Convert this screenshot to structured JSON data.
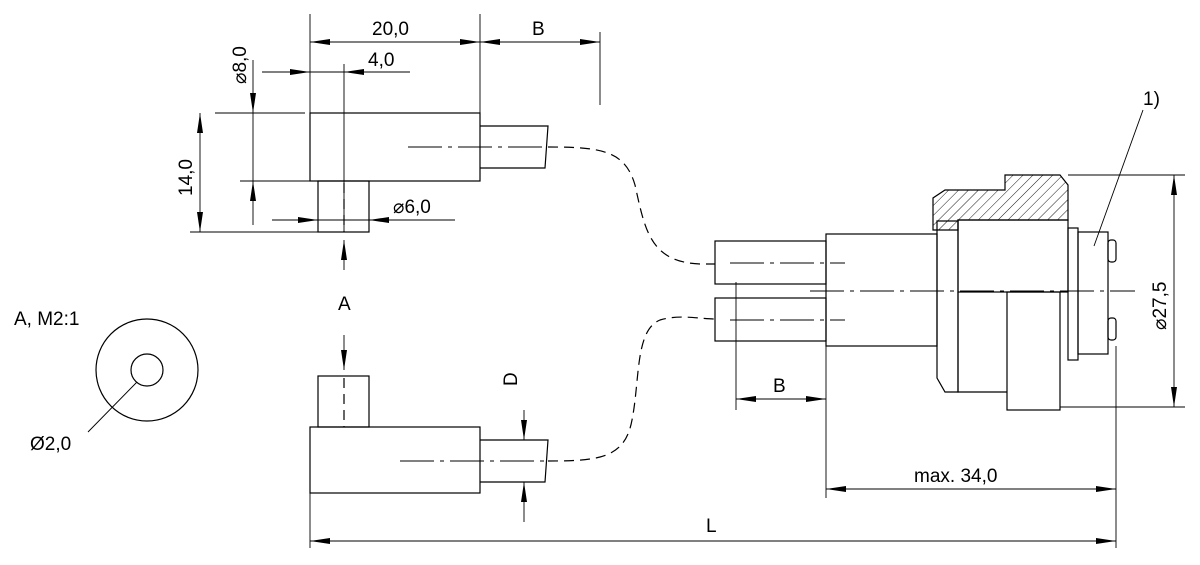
{
  "dimensions": {
    "width_20": "20,0",
    "width_4": "4,0",
    "dia_8": "8,0",
    "dia_6": "6,0",
    "height_14": "14,0",
    "dim_b_top": "B",
    "dim_b_right": "B",
    "view_a": "A",
    "dim_d": "D",
    "max_34": "max. 34,0",
    "dim_l": "L",
    "dia_27_5": "27,5",
    "hole_dia": "Ø2,0"
  },
  "labels": {
    "detail_title": "A, M2:1",
    "note_ref": "1)",
    "dia_symbol": "⌀"
  }
}
